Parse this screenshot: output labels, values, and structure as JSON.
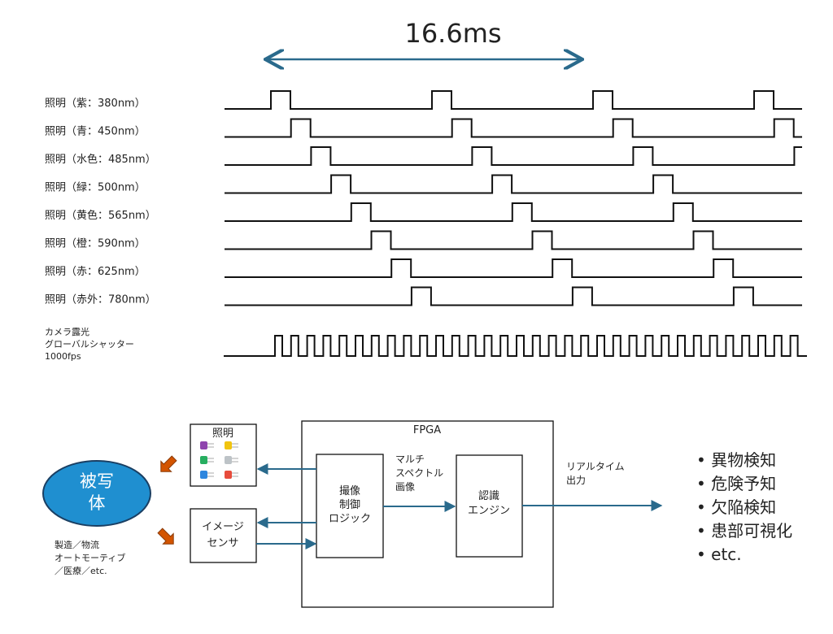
{
  "timing": {
    "period_label": "16.6ms",
    "channels": [
      {
        "label": "照明（紫：380nm）"
      },
      {
        "label": "照明（青：450nm）"
      },
      {
        "label": "照明（水色：485nm）"
      },
      {
        "label": "照明（緑：500nm）"
      },
      {
        "label": "照明（黄色：565nm）"
      },
      {
        "label": "照明（橙：590nm）"
      },
      {
        "label": "照明（赤：625nm）"
      },
      {
        "label": "照明（赤外：780nm）"
      }
    ],
    "camera": {
      "lines": [
        "カメラ露光",
        "グローバルシャッター",
        "1000fps"
      ]
    }
  },
  "blocks": {
    "subject": {
      "lines": [
        "被写",
        "体"
      ]
    },
    "subject_caption": [
      "製造／物流",
      "オートモーティブ",
      "／医療／etc."
    ],
    "lighting": {
      "label": "照明"
    },
    "sensor": {
      "lines": [
        "イメージ",
        "センサ"
      ]
    },
    "fpga": {
      "label": "FPGA"
    },
    "imaging_logic": {
      "lines": [
        "撮像",
        "制御",
        "ロジック"
      ]
    },
    "multispectral": {
      "lines": [
        "マルチ",
        "スペクトル",
        "画像"
      ]
    },
    "recognition": {
      "lines": [
        "認識",
        "エンジン"
      ]
    },
    "realtime": {
      "lines": [
        "リアルタイム",
        "出力"
      ]
    },
    "outputs": [
      "• 異物検知",
      "• 危険予知",
      "• 欠陥検知",
      "• 患部可視化",
      "• etc."
    ]
  },
  "colors": {
    "arrow": "#2a6a8c",
    "line": "#111111",
    "subject_fill": "#1f8fd0",
    "subject_stroke": "#1a3f63",
    "pointer_arrow": "#d35400"
  }
}
